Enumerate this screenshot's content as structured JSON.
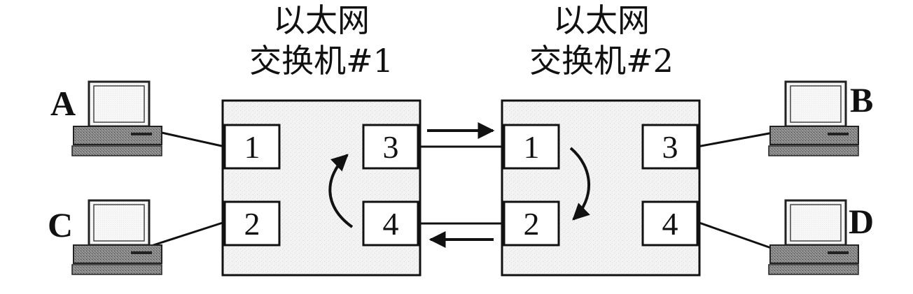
{
  "switches": [
    {
      "title_line1": "以太网",
      "title_line2": "交换机#1",
      "ports": [
        "1",
        "2",
        "3",
        "4"
      ]
    },
    {
      "title_line1": "以太网",
      "title_line2": "交换机#2",
      "ports": [
        "1",
        "2",
        "3",
        "4"
      ]
    }
  ],
  "hosts": [
    "A",
    "B",
    "C",
    "D"
  ]
}
